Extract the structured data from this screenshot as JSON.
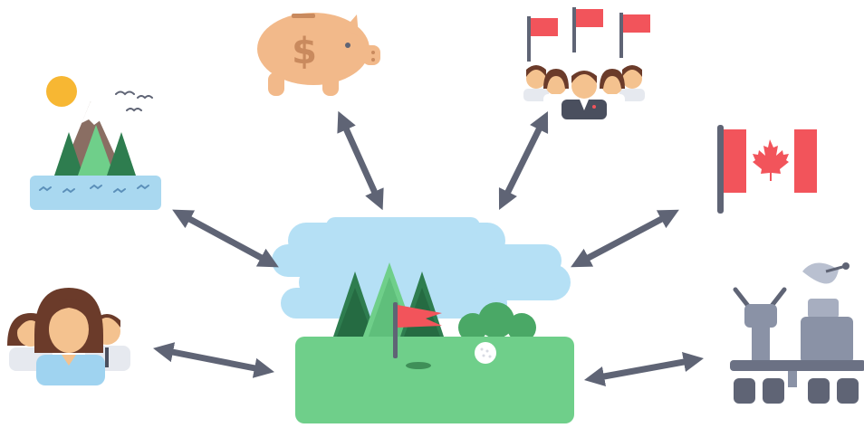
{
  "diagram": {
    "center": {
      "icon": "golf-course-icon"
    },
    "nodes": [
      {
        "id": "nature",
        "icon": "nature-landscape-icon"
      },
      {
        "id": "savings",
        "icon": "piggy-bank-icon"
      },
      {
        "id": "community",
        "icon": "group-with-flags-icon"
      },
      {
        "id": "country",
        "icon": "canada-flag-icon"
      },
      {
        "id": "people",
        "icon": "people-group-icon"
      },
      {
        "id": "technology",
        "icon": "machinery-satellite-icon"
      }
    ],
    "connections": "bidirectional",
    "colors": {
      "arrow": "#5f6475",
      "sky": "#b5e0f5",
      "grass": "#6fcf8a",
      "tree_dark": "#2e7d4f",
      "tree_light": "#5fbf7b",
      "flag_red": "#f2545b",
      "piggy": "#f2b98a",
      "water": "#a9d8f0",
      "sun": "#f7b733",
      "skin": "#f4c28f",
      "hair": "#6b3b2a",
      "shirt": "#9fd3f0",
      "machine_gray": "#8a92a6"
    }
  }
}
